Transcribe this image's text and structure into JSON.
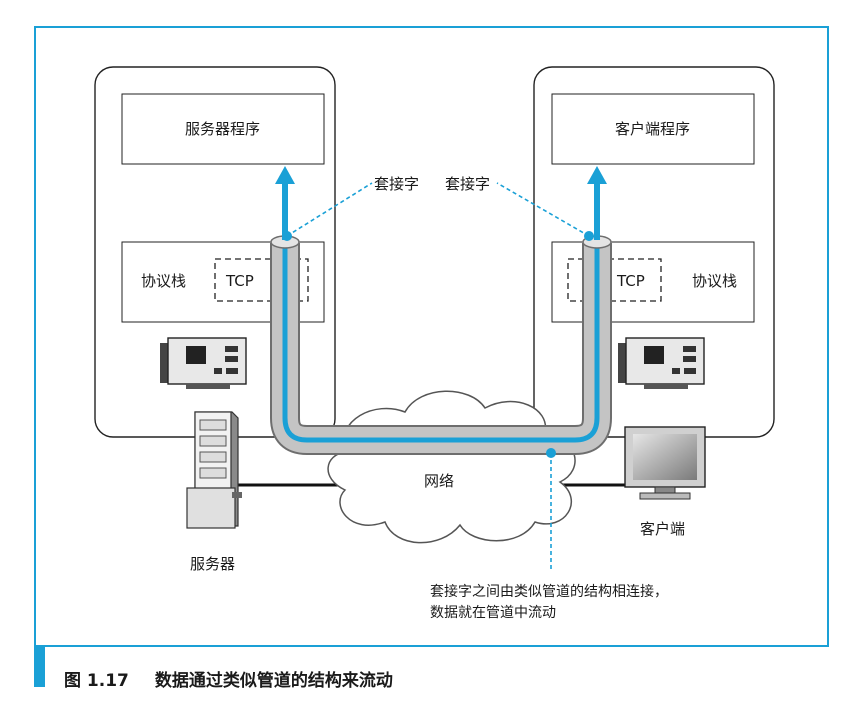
{
  "server": {
    "program_label": "服务器程序",
    "stack_label": "协议栈",
    "tcp_label": "TCP",
    "device_label": "服务器"
  },
  "client": {
    "program_label": "客户端程序",
    "stack_label": "协议栈",
    "tcp_label": "TCP",
    "device_label": "客户端"
  },
  "socket_labels": [
    "套接字",
    "套接字"
  ],
  "network_label": "网络",
  "annotation": {
    "line1": "套接字之间由类似管道的结构相连接，",
    "line2": "数据就在管道中流动"
  },
  "caption": {
    "number": "图 1.17",
    "text": "数据通过类似管道的结构来流动"
  },
  "colors": {
    "accent": "#1aa0d6",
    "pipe_outer": "#b3b3b3",
    "pipe_inner": "#1aa0d6"
  }
}
